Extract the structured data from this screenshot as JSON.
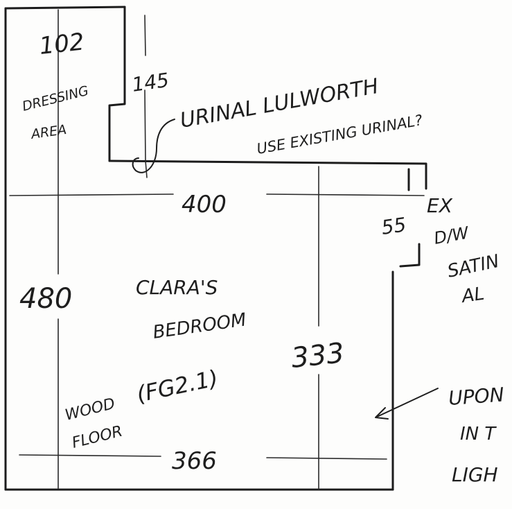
{
  "labels": {
    "dim_102": "102",
    "dressing_line1": "DRESSING",
    "dressing_line2": "AREA",
    "dim_145": "145",
    "note_line1": "URINAL LULWORTH",
    "note_line2": "USE EXISTING URINAL?",
    "dim_400": "400",
    "dim_55": "55",
    "ex_line1": "EX",
    "ex_line2": "D/W",
    "satin_line1": "SATIN",
    "satin_line2": "AL",
    "dim_480": "480",
    "room_line1": "CLARA'S",
    "room_line2": "BEDROOM",
    "dim_333": "333",
    "floor_line1": "WOOD",
    "floor_line2": "FLOOR",
    "room_ref": "(FG2.1)",
    "dim_366": "366",
    "up_line1": "UPON",
    "up_line2": "IN T",
    "up_line3": "LIGH"
  },
  "colors": {
    "ink": "#1e1e1e",
    "paper": "#fdfdfc"
  }
}
